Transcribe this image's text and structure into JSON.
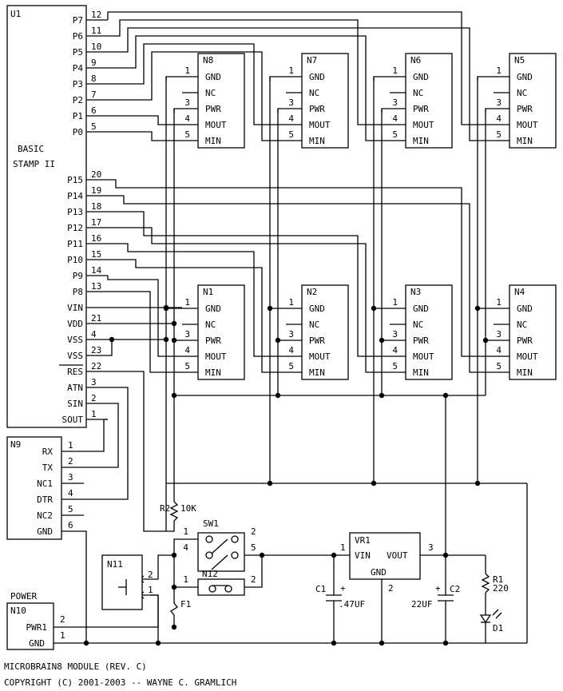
{
  "u1": {
    "ref": "U1",
    "name_line1": "BASIC",
    "name_line2": "STAMP II",
    "pins": [
      {
        "label": "P7",
        "num": "12"
      },
      {
        "label": "P6",
        "num": "11"
      },
      {
        "label": "P5",
        "num": "10"
      },
      {
        "label": "P4",
        "num": "9"
      },
      {
        "label": "P3",
        "num": "8"
      },
      {
        "label": "P2",
        "num": "7"
      },
      {
        "label": "P1",
        "num": "6"
      },
      {
        "label": "P0",
        "num": "5"
      },
      {
        "label": "P15",
        "num": "20"
      },
      {
        "label": "P14",
        "num": "19"
      },
      {
        "label": "P13",
        "num": "18"
      },
      {
        "label": "P12",
        "num": "17"
      },
      {
        "label": "P11",
        "num": "16"
      },
      {
        "label": "P10",
        "num": "15"
      },
      {
        "label": "P9",
        "num": "14"
      },
      {
        "label": "P8",
        "num": "13"
      },
      {
        "label": "VIN",
        "num": ""
      },
      {
        "label": "VDD",
        "num": "21"
      },
      {
        "label": "VSS",
        "num": "4"
      },
      {
        "label": "VSS",
        "num": "23"
      },
      {
        "label": "RES",
        "num": "22"
      },
      {
        "label": "ATN",
        "num": "3"
      },
      {
        "label": "SIN",
        "num": "2"
      },
      {
        "label": "SOUT",
        "num": "1"
      }
    ]
  },
  "modules": {
    "pin_labels": [
      "GND",
      "NC",
      "PWR",
      "MOUT",
      "MIN"
    ],
    "pin_numbers": [
      "1",
      "",
      "3",
      "4",
      "5"
    ],
    "refs": [
      "N8",
      "N7",
      "N6",
      "N5",
      "N1",
      "N2",
      "N3",
      "N4"
    ]
  },
  "n9": {
    "ref": "N9",
    "pins": [
      {
        "label": "RX",
        "num": "1"
      },
      {
        "label": "TX",
        "num": "2"
      },
      {
        "label": "NC1",
        "num": "3"
      },
      {
        "label": "DTR",
        "num": "4"
      },
      {
        "label": "NC2",
        "num": "5"
      },
      {
        "label": "GND",
        "num": "6"
      }
    ]
  },
  "power": {
    "title": "POWER",
    "ref": "N10",
    "pins": [
      {
        "label": "PWR1",
        "num": "2"
      },
      {
        "label": "GND",
        "num": "1"
      }
    ]
  },
  "n11": {
    "ref": "N11",
    "pin2": "2",
    "pin1": "1"
  },
  "n12": {
    "ref": "N12",
    "pin1": "1",
    "pin2": "2"
  },
  "sw1": {
    "ref": "SW1",
    "p1": "1",
    "p2": "2",
    "p4": "4",
    "p5": "5"
  },
  "r2": {
    "ref": "R2",
    "value": "10K"
  },
  "f1": {
    "ref": "F1"
  },
  "vr1": {
    "ref": "VR1",
    "vin": "VIN",
    "vout": "VOUT",
    "gnd": "GND",
    "pin1": "1",
    "pin2": "2",
    "pin3": "3"
  },
  "c1": {
    "ref": "C1",
    "value": ".47UF",
    "plus": "+"
  },
  "c2": {
    "ref": "C2",
    "value": "22UF",
    "plus": "+"
  },
  "r1": {
    "ref": "R1",
    "value": "220"
  },
  "d1": {
    "ref": "D1"
  },
  "footer": {
    "line1": "MICROBRAIN8 MODULE (REV. C)",
    "line2": "COPYRIGHT (C) 2001-2003 -- WAYNE C. GRAMLICH"
  }
}
